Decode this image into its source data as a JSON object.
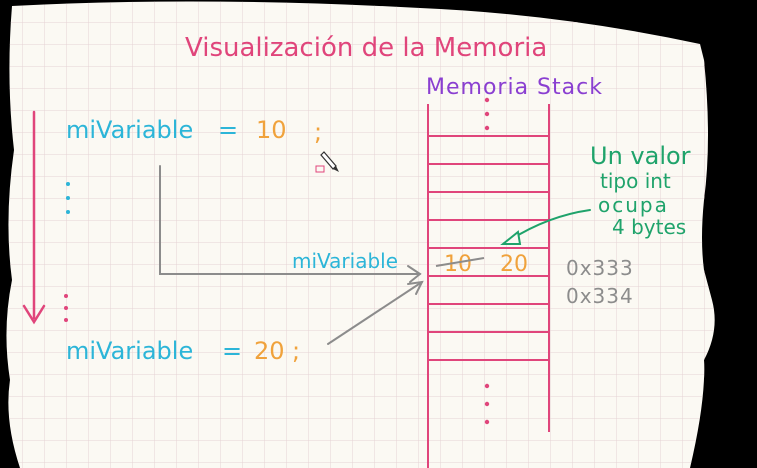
{
  "title": "Visualización de la Memoria",
  "stack_title": "Memoria Stack",
  "code": {
    "line1_var": "miVariable",
    "line1_eq": "=",
    "line1_val": "10",
    "line1_end": ";",
    "line2_var": "miVariable",
    "line2_eq": "=",
    "line2_val": "20",
    "line2_end": ";"
  },
  "cell": {
    "label": "miVariable",
    "old_value": "10",
    "new_value": "20"
  },
  "addresses": [
    "0x333",
    "0x334"
  ],
  "note": [
    "Un valor",
    "tipo int",
    "ocupa",
    "4 bytes"
  ],
  "colors": {
    "paper": "#fbf9f3",
    "grid": "#e6d2d4",
    "pink": "#e0457b",
    "cyan": "#2cb5d8",
    "orange": "#f0a23c",
    "purple": "#8a3fd1",
    "green": "#1fa36b",
    "gray": "#8c8c8c"
  }
}
